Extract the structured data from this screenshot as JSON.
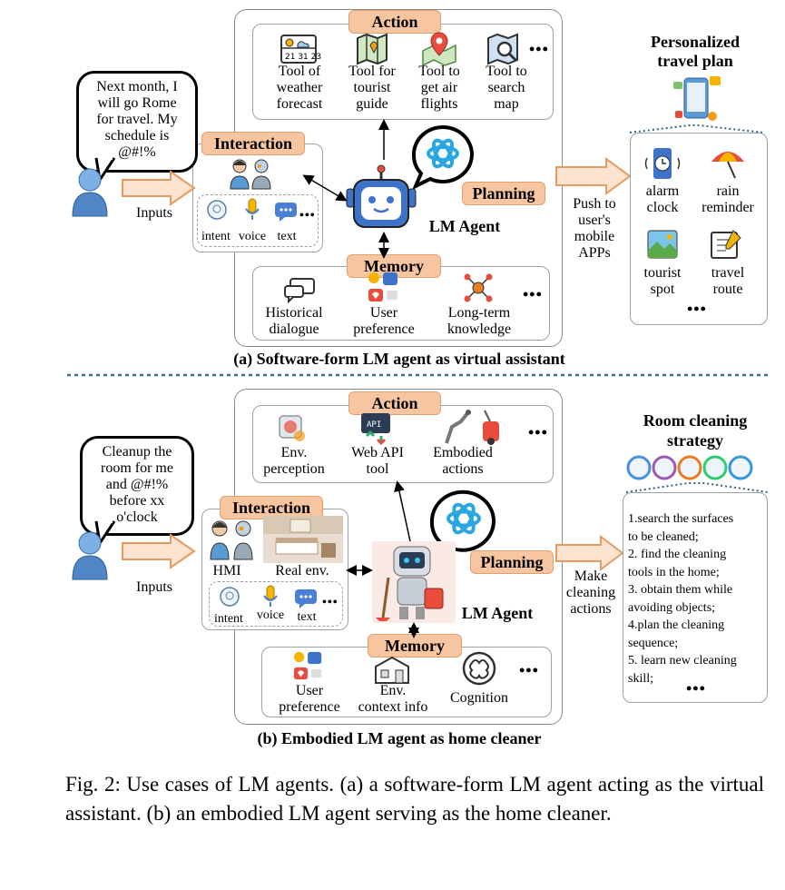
{
  "a": {
    "bubble": [
      "Next month, I",
      "will go Rome",
      "for travel. My",
      "schedule is",
      "@#!%"
    ],
    "inputs": "Inputs",
    "interaction": "Interaction",
    "modalities": [
      "intent",
      "voice",
      "text"
    ],
    "action": "Action",
    "tools": [
      [
        "Tool of",
        "weather",
        "forecast"
      ],
      [
        "Tool for",
        "tourist",
        "guide"
      ],
      [
        "Tool to",
        "get air",
        "flights"
      ],
      [
        "Tool to",
        "search",
        "map"
      ]
    ],
    "planning": "Planning",
    "agent": "LM Agent",
    "memory": "Memory",
    "memory_items": [
      [
        "Historical",
        "dialogue"
      ],
      [
        "User",
        "preference"
      ],
      [
        "Long-term",
        "knowledge"
      ]
    ],
    "push": [
      "Push to",
      "user's",
      "mobile",
      "APPs"
    ],
    "result_title": [
      "Personalized",
      "travel plan"
    ],
    "result_items": [
      [
        "alarm",
        "clock"
      ],
      [
        "rain",
        "reminder"
      ],
      [
        "tourist",
        "spot"
      ],
      [
        "travel",
        "route"
      ]
    ],
    "caption": "(a) Software-form LM agent as virtual assistant"
  },
  "b": {
    "bubble": [
      "Cleanup the",
      "room for me",
      "and @#!%",
      "before xx",
      "o'clock"
    ],
    "inputs": "Inputs",
    "interaction": "Interaction",
    "hmi": "HMI",
    "real_env": "Real env.",
    "modalities": [
      "intent",
      "voice",
      "text"
    ],
    "action": "Action",
    "actions": [
      [
        "Env.",
        "perception"
      ],
      [
        "Web API",
        "tool"
      ],
      [
        "Embodied",
        "actions"
      ]
    ],
    "api_badge": "API",
    "planning": "Planning",
    "agent": "LM Agent",
    "memory": "Memory",
    "memory_items": [
      [
        "User",
        "preference"
      ],
      [
        "Env.",
        "context info"
      ],
      [
        "Cognition"
      ]
    ],
    "make": [
      "Make",
      "cleaning",
      "actions"
    ],
    "result_title": [
      "Room cleaning",
      "strategy"
    ],
    "steps": [
      "1.search the surfaces",
      "to be cleaned;",
      "2. find the cleaning",
      "tools in the home;",
      "3. obtain them while",
      "avoiding objects;",
      "4.plan the cleaning",
      "sequence;",
      "5. learn new cleaning",
      "skill;"
    ],
    "caption": "(b) Embodied LM agent as home cleaner"
  },
  "figure_caption": "Fig. 2: Use cases of LM agents. (a) a software-form LM agent acting as the virtual assistant. (b) an embodied LM agent serving as the home cleaner.",
  "ellipsis": "•••",
  "colors": {
    "tag_fill": "#f7c59f",
    "arrow_fill": "#fbe3cf",
    "arrow_stroke": "#e39a63",
    "divider": "#2c6fb5",
    "openai_blue": "#2aa6e0",
    "robot_blue": "#3d74c9"
  }
}
